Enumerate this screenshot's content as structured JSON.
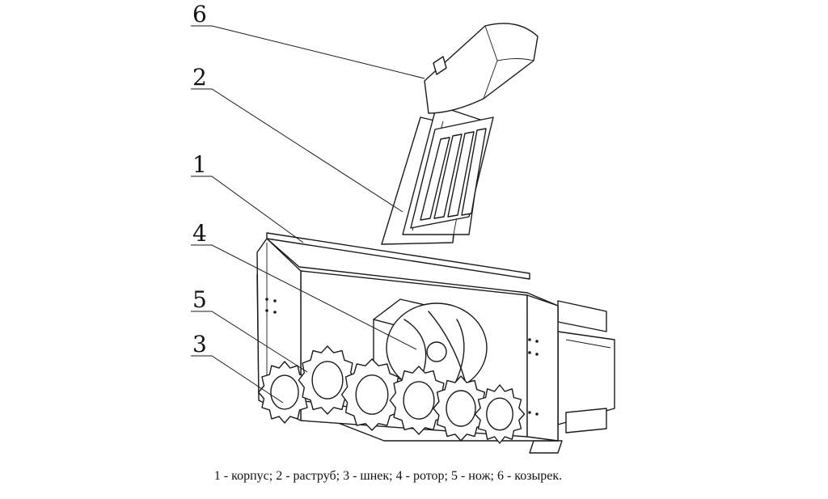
{
  "figure": {
    "callouts": [
      {
        "id": "6",
        "label": "6"
      },
      {
        "id": "2",
        "label": "2"
      },
      {
        "id": "1",
        "label": "1"
      },
      {
        "id": "4",
        "label": "4"
      },
      {
        "id": "5",
        "label": "5"
      },
      {
        "id": "3",
        "label": "3"
      }
    ],
    "caption": "1 - корпус; 2 - раструб; 3 - шнек; 4 - ротор; 5 - нож; 6 - козырек."
  }
}
